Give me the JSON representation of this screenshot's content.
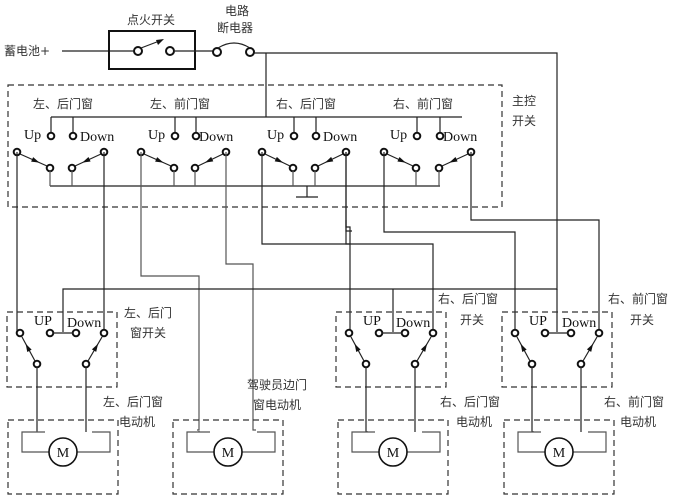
{
  "labels": {
    "battery": "蓄电池+",
    "ignition_switch": "点火开关",
    "breaker_line1": "电路",
    "breaker_line2": "断电器",
    "master_line1": "主控",
    "master_line2": "开关"
  },
  "master_groups": [
    {
      "title": "左、后门窗",
      "up": "Up",
      "down": "Down"
    },
    {
      "title": "左、前门窗",
      "up": "Up",
      "down": "Down"
    },
    {
      "title": "右、后门窗",
      "up": "Up",
      "down": "Down"
    },
    {
      "title": "右、前门窗",
      "up": "Up",
      "down": "Down"
    }
  ],
  "door_switches": [
    {
      "line1": "左、后门",
      "line2": "窗开关",
      "up": "UP",
      "down": "Down"
    },
    {
      "line1": "右、后门窗",
      "line2": "开关",
      "up": "UP",
      "down": "Down"
    },
    {
      "line1": "右、前门窗",
      "line2": "开关",
      "up": "UP",
      "down": "Down"
    }
  ],
  "motors": [
    {
      "line1": "左、后门窗",
      "line2": "电动机",
      "symbol": "M"
    },
    {
      "line1": "驾驶员边门",
      "line2": "窗电动机",
      "symbol": "M"
    },
    {
      "line1": "右、后门窗",
      "line2": "电动机",
      "symbol": "M"
    },
    {
      "line1": "右、前门窗",
      "line2": "电动机",
      "symbol": "M"
    }
  ]
}
